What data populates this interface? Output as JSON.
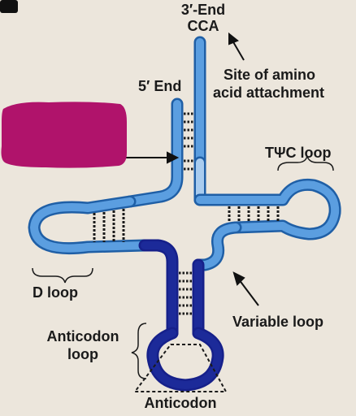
{
  "labels": {
    "end3_line1": "3′-End",
    "end3_line2": "CCA",
    "site_line1": "Site of amino",
    "site_line2": "acid attachment",
    "end5": "5′ End",
    "tpsic_loop": "TΨC loop",
    "d_loop": "D loop",
    "variable_loop": "Variable loop",
    "anticodon_loop_line1": "Anticodon",
    "anticodon_loop_line2": "loop",
    "anticodon": "Anticodon"
  },
  "colors": {
    "background": "#ece6dc",
    "light_strand": "#5b9ee0",
    "light_strand_outline": "#1f5fa6",
    "dark_strand": "#1c2a99",
    "pale_strand": "#a9ccef",
    "magenta_marker": "#b0136b",
    "base_pair": "#1a1a1a"
  }
}
